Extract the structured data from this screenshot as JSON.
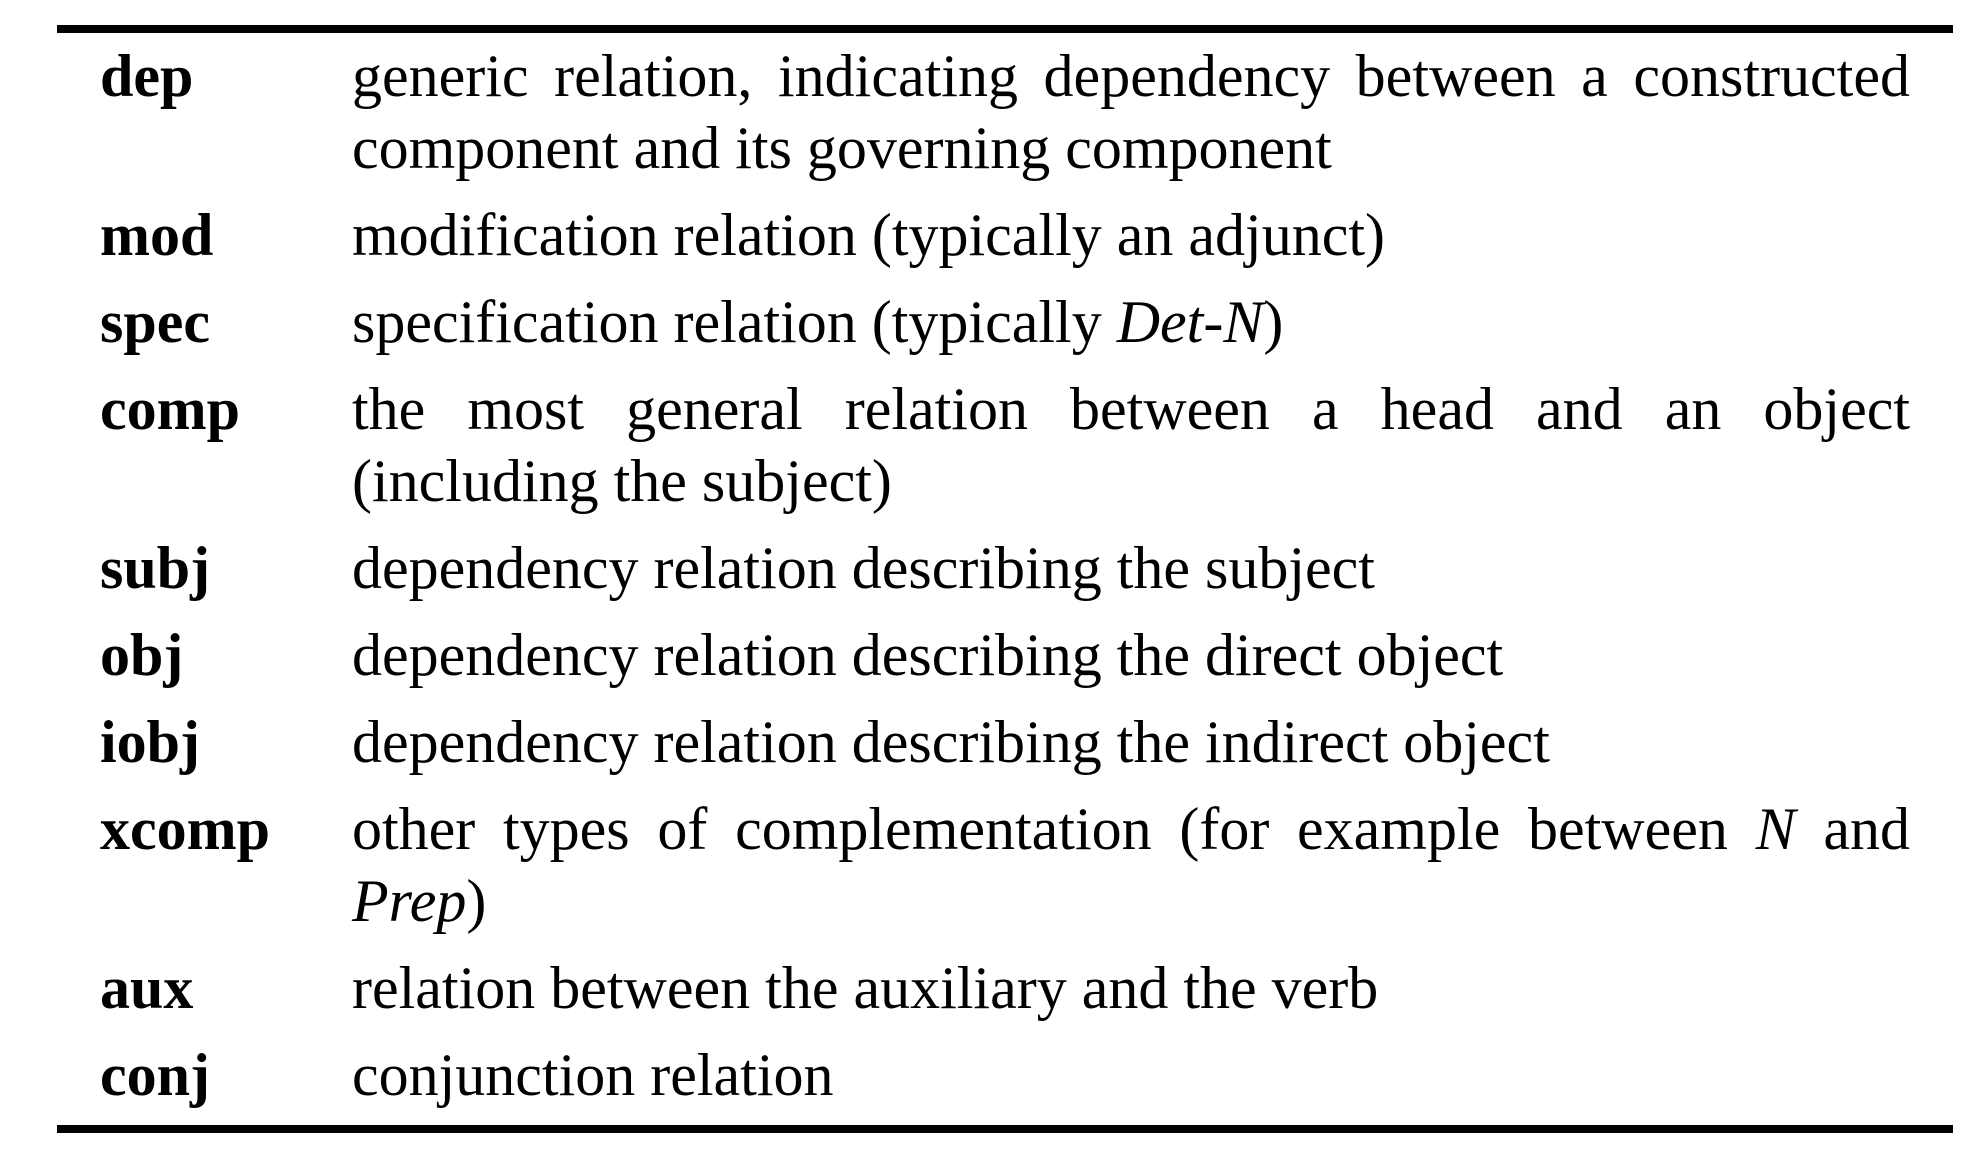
{
  "table": {
    "background": "#ffffff",
    "text_color": "#000000",
    "rule_color": "#000000",
    "rows": [
      {
        "label": "dep",
        "description": [
          {
            "t": "generic relation, indicating dependency between a constructed component and its governing component"
          }
        ]
      },
      {
        "label": "mod",
        "description": [
          {
            "t": "modification relation (typically an adjunct)"
          }
        ]
      },
      {
        "label": "spec",
        "description": [
          {
            "t": "specification relation (typically "
          },
          {
            "t": "Det-N",
            "i": true
          },
          {
            "t": ")"
          }
        ]
      },
      {
        "label": "comp",
        "description": [
          {
            "t": "the most general relation between a head and an object (including the subject)"
          }
        ]
      },
      {
        "label": "subj",
        "description": [
          {
            "t": "dependency relation describing the subject"
          }
        ]
      },
      {
        "label": "obj",
        "description": [
          {
            "t": "dependency relation describing the direct object"
          }
        ]
      },
      {
        "label": "iobj",
        "description": [
          {
            "t": "dependency relation describing the indirect object"
          }
        ]
      },
      {
        "label": "xcomp",
        "description": [
          {
            "t": "other types of complementation (for example between "
          },
          {
            "t": "N",
            "i": true
          },
          {
            "t": " and "
          },
          {
            "t": "Prep",
            "i": true
          },
          {
            "t": ")"
          }
        ]
      },
      {
        "label": "aux",
        "description": [
          {
            "t": "relation between the auxiliary and the verb"
          }
        ]
      },
      {
        "label": "conj",
        "description": [
          {
            "t": "conjunction relation"
          }
        ]
      }
    ]
  }
}
